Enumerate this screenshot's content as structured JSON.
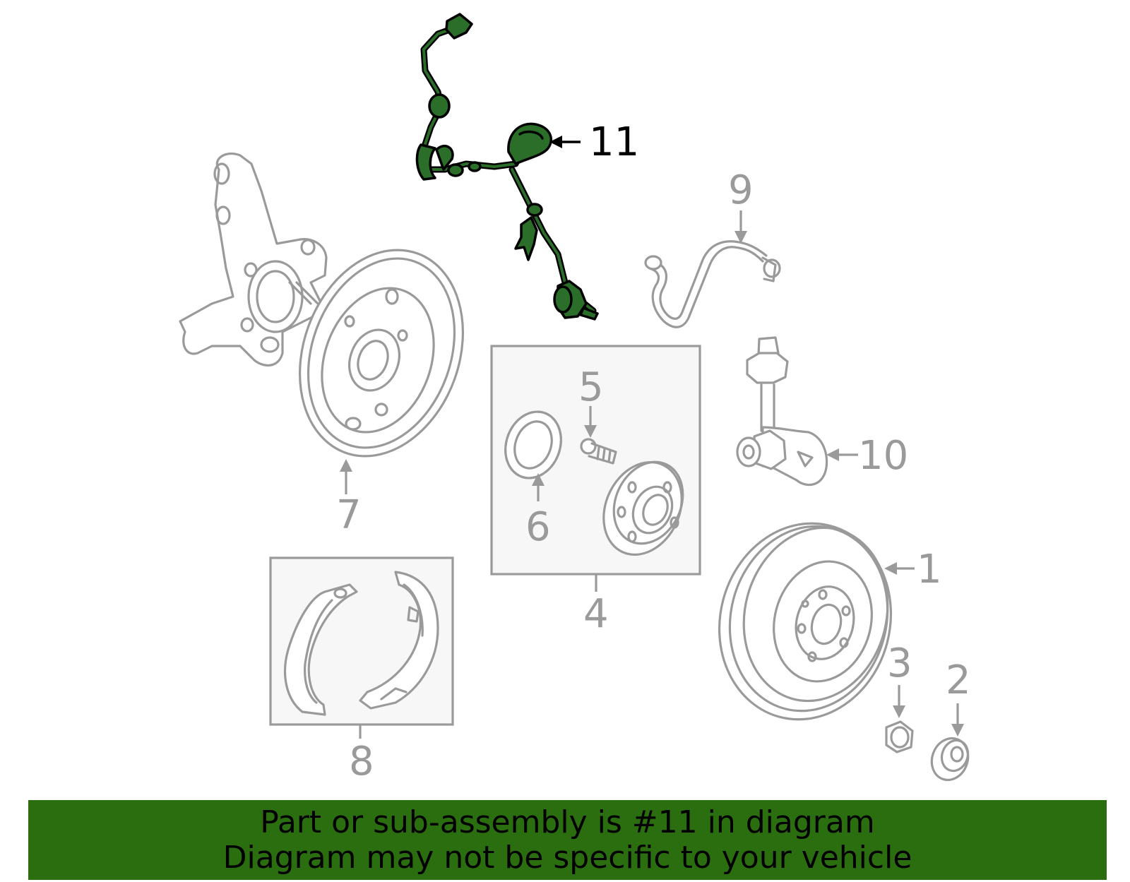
{
  "callouts": {
    "c1": "1",
    "c2": "2",
    "c3": "3",
    "c4": "4",
    "c5": "5",
    "c6": "6",
    "c7": "7",
    "c8": "8",
    "c9": "9",
    "c10": "10",
    "c11": "11"
  },
  "banner": {
    "line1": "Part or sub-assembly is #11 in diagram",
    "line2": "Diagram may not be specific to your vehicle"
  },
  "colors": {
    "highlight_part": "#2a6e2a",
    "banner_background": "#2a6e0f",
    "part_outline": "#9a9a9a"
  }
}
